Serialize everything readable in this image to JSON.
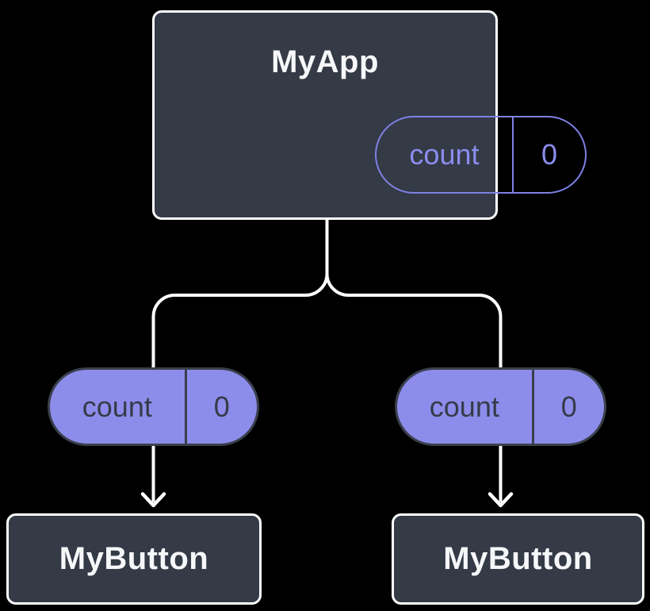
{
  "diagram": {
    "description": "component-tree-state-diagram",
    "background": "#000000",
    "colors": {
      "node_fill": "#343A46",
      "node_border": "#FFFFFF",
      "accent_purple": "#7E81E4",
      "pill_fill": "#8C8DEB",
      "pill_dark_text": "#353B48",
      "wire": "#FFFFFF"
    },
    "nodes": {
      "root": {
        "label": "MyApp",
        "state": {
          "name": "count",
          "value": "0"
        }
      },
      "left_prop": {
        "name": "count",
        "value": "0"
      },
      "right_prop": {
        "name": "count",
        "value": "0"
      },
      "left_child": {
        "label": "MyButton"
      },
      "right_child": {
        "label": "MyButton"
      }
    }
  }
}
